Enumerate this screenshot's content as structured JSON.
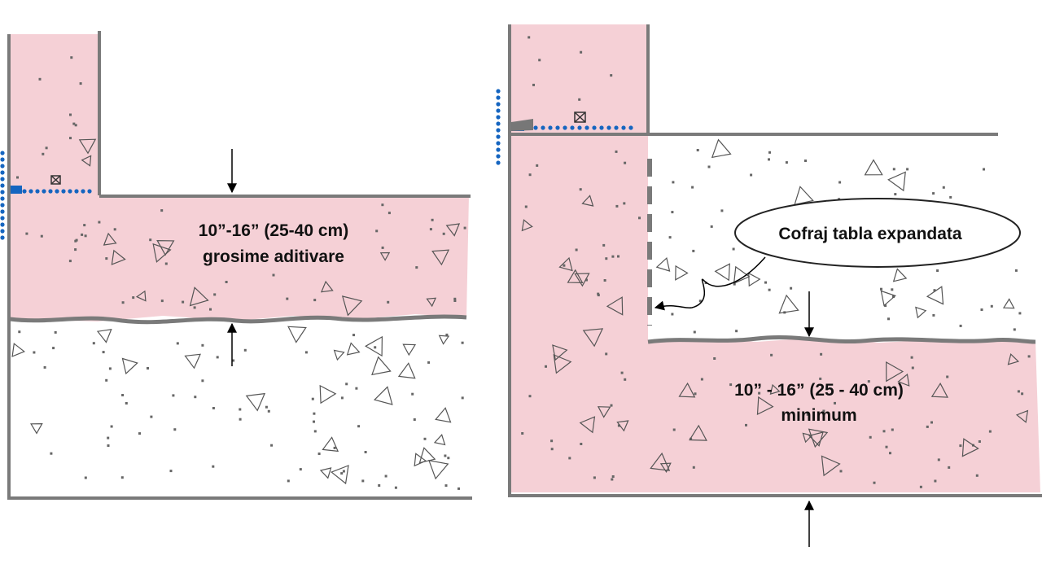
{
  "left_diagram": {
    "label_line1": "10”-16” (25-40 cm)",
    "label_line2": "grosime aditivare"
  },
  "right_diagram": {
    "callout_label": "Cofraj tabla expandata",
    "label_line1": "10” - 16” (25 - 40 cm)",
    "label_line2": "minimum"
  },
  "colors": {
    "treated_concrete": "#f5d0d6",
    "outline": "#7a7a7a",
    "waterstop": "#1565c0",
    "arrow": "#000000",
    "label": "#111111"
  }
}
